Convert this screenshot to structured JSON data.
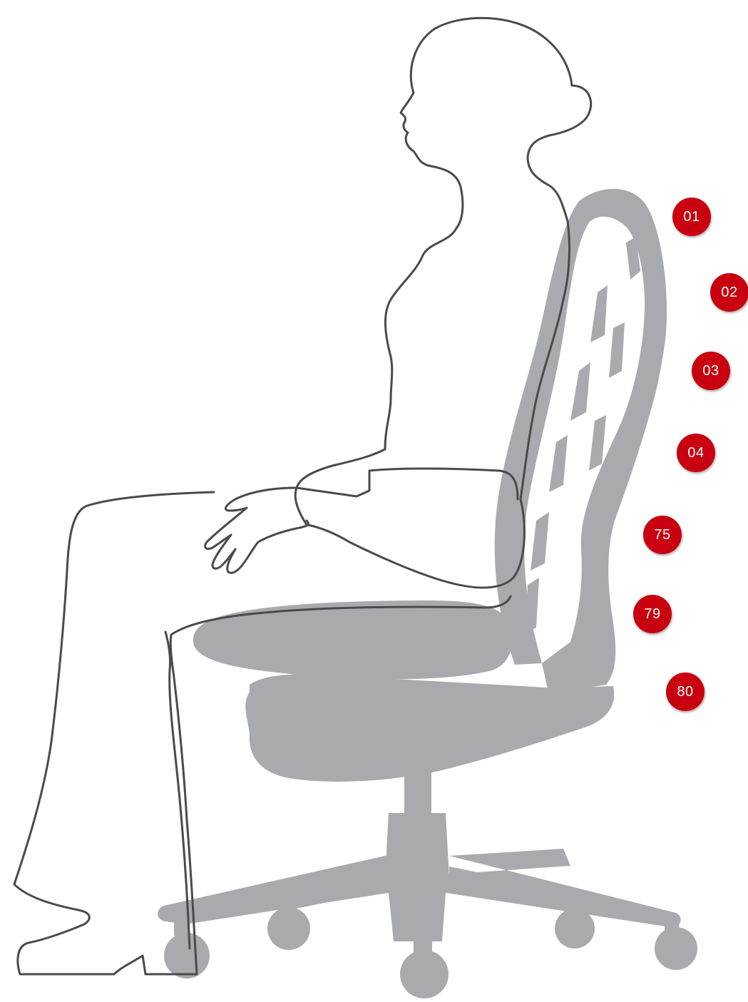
{
  "colors": {
    "marker": "#c8000f",
    "marker_text": "#ffffff",
    "chair": "#a8aaad",
    "figure_outline": "#4a4a4a"
  },
  "illustration": {
    "subject": "seated-woman-on-office-chair",
    "icon": "office-chair-icon"
  },
  "markers": [
    {
      "label": "01"
    },
    {
      "label": "02"
    },
    {
      "label": "03"
    },
    {
      "label": "04"
    },
    {
      "label": "75"
    },
    {
      "label": "79"
    },
    {
      "label": "80"
    }
  ]
}
